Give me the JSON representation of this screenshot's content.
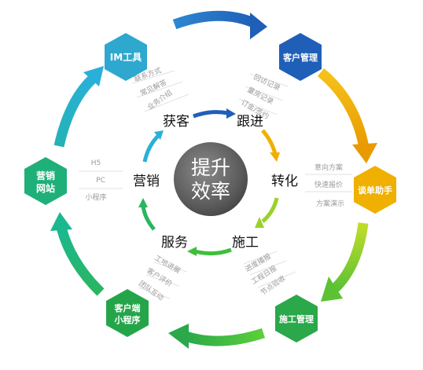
{
  "center": {
    "line1": "提升",
    "line2": "效率"
  },
  "inner_steps": [
    "获客",
    "跟进",
    "转化",
    "施工",
    "服务",
    "营销"
  ],
  "modules": [
    {
      "id": "im",
      "lines": [
        "IM工具"
      ],
      "color": "#2ea8cf",
      "features": [
        "联系方式",
        "常见解答",
        "业务介绍"
      ]
    },
    {
      "id": "crm",
      "lines": [
        "客户管理"
      ],
      "color": "#1f5fb8",
      "features": [
        "回访记录",
        "量房记录",
        "订金/签约"
      ]
    },
    {
      "id": "sales",
      "lines": [
        "谈单助手"
      ],
      "color": "#f0b000",
      "features": [
        "意向方案",
        "快速报价",
        "方案演示"
      ]
    },
    {
      "id": "build",
      "lines": [
        "施工管理"
      ],
      "color": "#2aa84a",
      "features": [
        "进度播报",
        "工程日报",
        "节点验收"
      ]
    },
    {
      "id": "mini",
      "lines": [
        "客户端",
        "小程序"
      ],
      "color": "#25a54a",
      "features": [
        "工地进展",
        "客户评价",
        "团队互动"
      ]
    },
    {
      "id": "web",
      "lines": [
        "营销",
        "网站"
      ],
      "color": "#1fb07a",
      "features": [
        "H5",
        "PC",
        "小程序"
      ]
    }
  ]
}
